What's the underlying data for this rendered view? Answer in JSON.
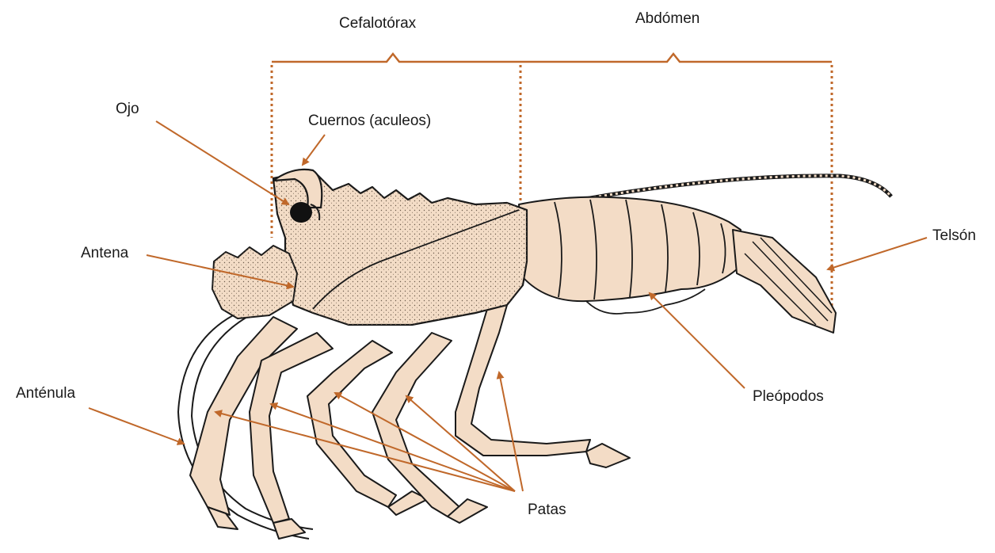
{
  "diagram": {
    "sections": {
      "cephalothorax": "Cefalotórax",
      "abdomen": "Abdómen"
    },
    "labels": {
      "eye": "Ojo",
      "horns": "Cuernos (aculeos)",
      "antenna": "Antena",
      "antennule": "Anténula",
      "legs": "Patas",
      "pleopods": "Pleópodos",
      "telson": "Telsón"
    },
    "colors": {
      "annotation": "#c0682a",
      "body_fill": "#f3dcc6",
      "outline": "#1a1a1a",
      "eye": "#111111"
    }
  }
}
